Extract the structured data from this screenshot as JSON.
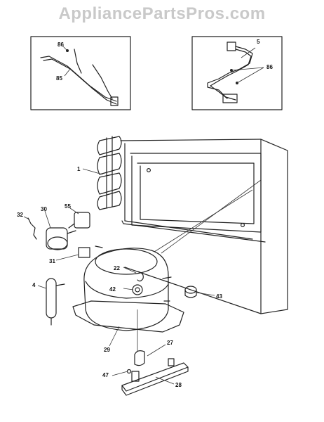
{
  "watermark": "AppliancePartsPros.com",
  "callouts": {
    "c1": "1",
    "c4": "4",
    "c5": "5",
    "c22": "22",
    "c27": "27",
    "c28": "28",
    "c29": "29",
    "c30": "30",
    "c31": "31",
    "c32": "32",
    "c42": "42",
    "c43": "43",
    "c47": "47",
    "c55": "55",
    "c85": "85",
    "c86a": "86",
    "c86b": "86"
  }
}
